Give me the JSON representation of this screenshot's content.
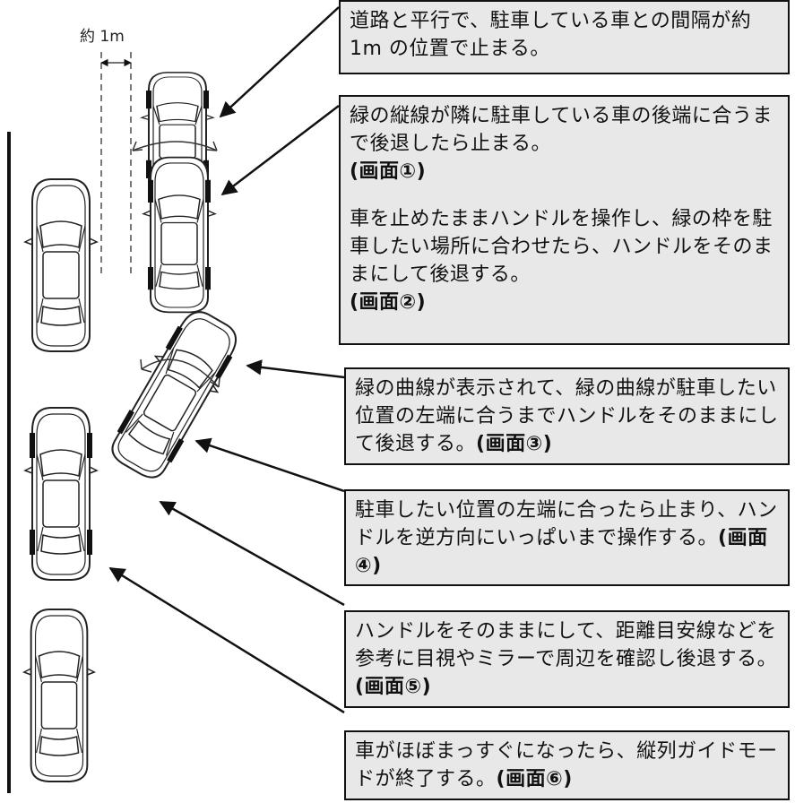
{
  "dimension_label": "約 1m",
  "steps": [
    {
      "text": "道路と平行で、駐車している車との間隔が約 1m の位置で止まる。"
    },
    {
      "text": "緑の縦線が隣に駐車している車の後端に合うまで後退したら止まる。",
      "screen_ref": "(画面①)",
      "text2": "車を止めたままハンドルを操作し、緑の枠を駐車したい場所に合わせたら、ハンドルをそのままにして後退する。",
      "screen_ref2": "(画面②)"
    },
    {
      "text": "緑の曲線が表示されて、緑の曲線が駐車したい位置の左端に合うまでハンドルをそのままにして後退する。",
      "screen_ref": "(画面③)"
    },
    {
      "text": "駐車したい位置の左端に合ったら止まり、ハンドルを逆方向にいっぱいまで操作する。",
      "screen_ref": "(画面④)"
    },
    {
      "text": "ハンドルをそのままにして、距離目安線などを参考に目視やミラーで周辺を確認し後退する。",
      "screen_ref": "(画面⑤)"
    },
    {
      "text": "車がほぼまっすぐになったら、縦列ガイドモードが終了する。",
      "screen_ref": "(画面⑥)"
    }
  ]
}
